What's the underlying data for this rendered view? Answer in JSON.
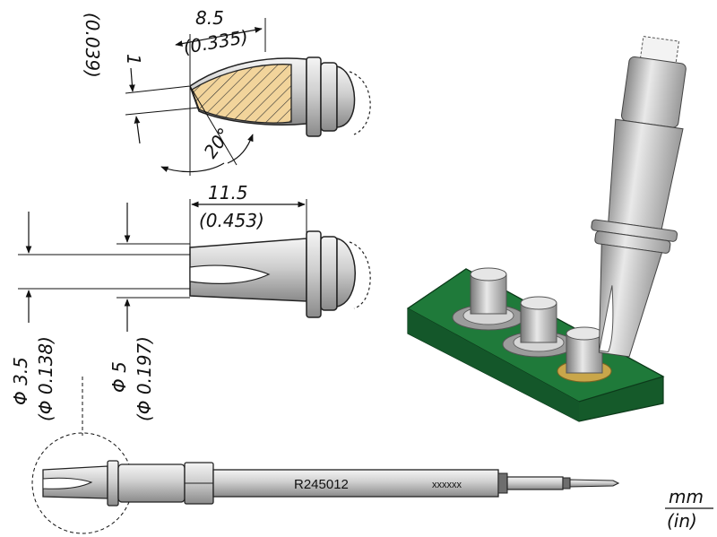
{
  "top_view": {
    "length_mm": "8.5",
    "length_in": "(0.335)",
    "tip_mm": "1",
    "tip_in": "(0.039)",
    "angle": "20°"
  },
  "side_view": {
    "length_mm": "11.5",
    "length_in": "(0.453)",
    "dia_small_mm": "Φ 3.5",
    "dia_small_in": "(Φ 0.138)",
    "dia_large_mm": "Φ 5",
    "dia_large_in": "(Φ 0.197)"
  },
  "full_tip": {
    "part_number": "R245012",
    "lot_code": "xxxxxx"
  },
  "units": {
    "primary": "mm",
    "secondary": "(in)"
  },
  "colors": {
    "metal_light": "#e6e6e6",
    "metal_mid": "#b9b9b9",
    "metal_dark": "#7d7d7d",
    "pcb_green": "#1f7a3a",
    "hatch_fill": "#f2d49b",
    "solder_ring": "#c9a64a"
  }
}
